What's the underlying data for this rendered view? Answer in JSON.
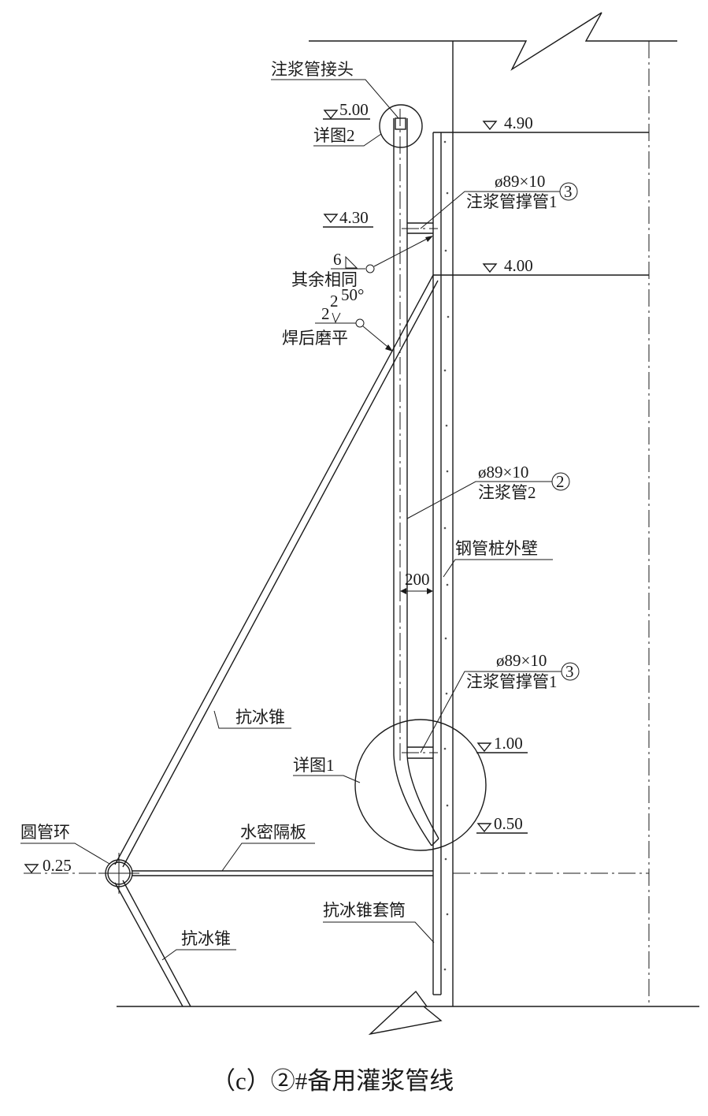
{
  "labels": {
    "grout_joint": "注浆管接头",
    "detail2": "详图2",
    "elev_500": "5.00",
    "elev_490": "4.90",
    "elev_430": "4.30",
    "elev_400": "4.00",
    "elev_100": "1.00",
    "elev_050": "0.50",
    "elev_025": "0.25",
    "brace_spec_top": "ø89×10",
    "brace_name_top": "注浆管撑管1",
    "brace_num_top": "3",
    "weld_size": "6",
    "weld_same": "其余相同",
    "weld_angle": "50°",
    "weld2_a": "2",
    "weld2_b": "2",
    "weld_grind": "焊后磨平",
    "pipe_spec": "ø89×10",
    "pipe_name": "注浆管2",
    "pipe_num": "2",
    "wall": "钢管桩外壁",
    "dim_200": "200",
    "brace_spec_bot": "ø89×10",
    "brace_name_bot": "注浆管撑管1",
    "brace_num_bot": "3",
    "ice_cone_upper": "抗冰锥",
    "detail1": "详图1",
    "ring": "圆管环",
    "partition": "水密隔板",
    "sleeve": "抗冰锥套筒",
    "ice_cone_lower": "抗冰锥"
  },
  "caption": "（c）②#备用灌浆管线"
}
